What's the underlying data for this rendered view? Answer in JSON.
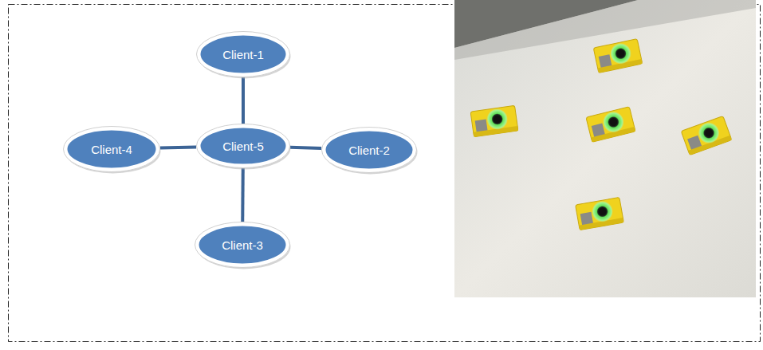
{
  "diagram": {
    "nodes": [
      {
        "text": [
          "Client-1"
        ]
      },
      {
        "text": [
          "Client-4"
        ]
      },
      {
        "text": [
          "Client-5"
        ]
      },
      {
        "text": [
          "Client-2"
        ]
      },
      {
        "text": [
          "Client-3"
        ]
      }
    ],
    "edges": [
      {
        "from": 2,
        "to": 0,
        "arrow": "none"
      },
      {
        "from": 2,
        "to": 3,
        "arrow": "none"
      },
      {
        "from": 2,
        "to": 4,
        "arrow": "none"
      },
      {
        "from": 2,
        "to": 1,
        "arrow": "none"
      }
    ]
  }
}
